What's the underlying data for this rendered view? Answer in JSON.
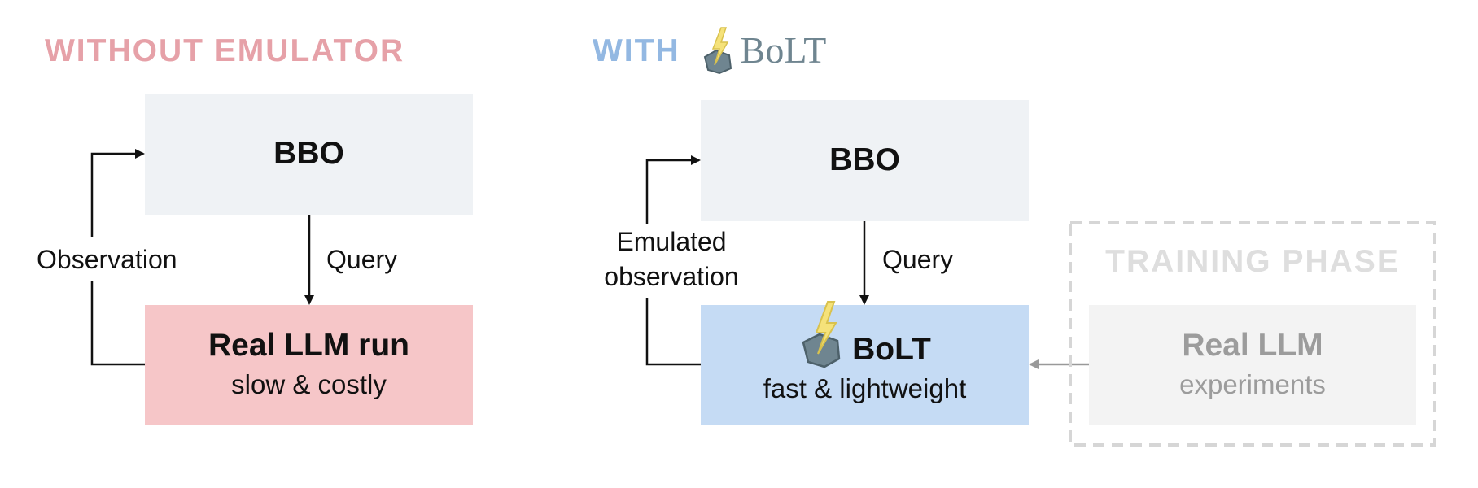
{
  "left_panel": {
    "heading": "WITHOUT EMULATOR",
    "bbo_label": "BBO",
    "query_label": "Query",
    "feedback_label": "Observation",
    "llm_box": {
      "title": "Real LLM run",
      "subtitle": "slow & costly"
    }
  },
  "right_panel": {
    "heading_prefix": "WITH",
    "heading_brand": "BoLT",
    "bbo_label": "BBO",
    "query_label": "Query",
    "feedback_label_line1": "Emulated",
    "feedback_label_line2": "observation",
    "emulator_box": {
      "title": "BoLT",
      "subtitle": "fast & lightweight"
    }
  },
  "training_phase": {
    "heading": "TRAINING PHASE",
    "box": {
      "title": "Real LLM",
      "subtitle": "experiments"
    }
  },
  "colors": {
    "without_heading": "#e6a1a8",
    "with_heading": "#93b8e2",
    "bbo_fill": "#eff2f5",
    "real_llm_fill": "#f6c6c8",
    "bolt_fill": "#c5dbf4",
    "training_fill": "#f3f3f3",
    "training_text": "#9c9c9c",
    "dashed_border": "#d6d6d6",
    "bolt_logo_rock": "#6f8590",
    "bolt_logo_bolt": "#f5e27a"
  },
  "icons": [
    "lightning-rock-logo-icon",
    "arrow-icon"
  ]
}
